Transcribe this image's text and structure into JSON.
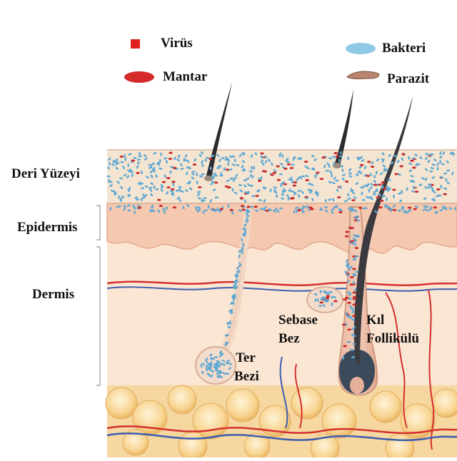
{
  "legend": {
    "virus": "Virüs",
    "mantar": "Mantar",
    "bakteri": "Bakteri",
    "parazit": "Parazit"
  },
  "layers": {
    "surface": "Deri Yüzeyi",
    "epidermis": "Epidermis",
    "dermis": "Dermis"
  },
  "structures": {
    "sweat_gland_line1": "Ter",
    "sweat_gland_line2": "Bezi",
    "sebaceous_line1": "Sebase",
    "sebaceous_line2": "Bez",
    "follicle_line1": "Kıl",
    "follicle_line2": "Follikülü"
  },
  "colors": {
    "virus": "#e02020",
    "mantar": "#d42a2a",
    "bakteri": "#8ec9e6",
    "parazit": "#b88470",
    "surface": "#f3e3cf",
    "epidermis": "#f4c6ae",
    "dermis": "#f8e0cc",
    "fat": "#f5c878",
    "artery": "#d43030",
    "vein": "#3c5cae"
  }
}
